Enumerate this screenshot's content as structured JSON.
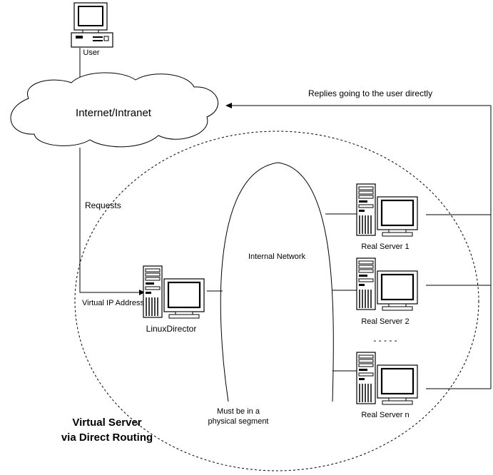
{
  "diagram": {
    "user_label": "User",
    "cloud_label": "Internet/Intranet",
    "replies_label": "Replies going to the user directly",
    "requests_label": "Requests",
    "vip_label": "Virtual IP Address",
    "director_label": "LinuxDirector",
    "internal_network_label": "Internal Network",
    "segment_label_line1": "Must be in a",
    "segment_label_line2": "physical segment",
    "real_server_labels": [
      "Real Server 1",
      "Real Server 2",
      "Real Server n"
    ],
    "ellipsis": "- - - - -",
    "title_line1": "Virtual Server",
    "title_line2": "via Direct Routing"
  }
}
